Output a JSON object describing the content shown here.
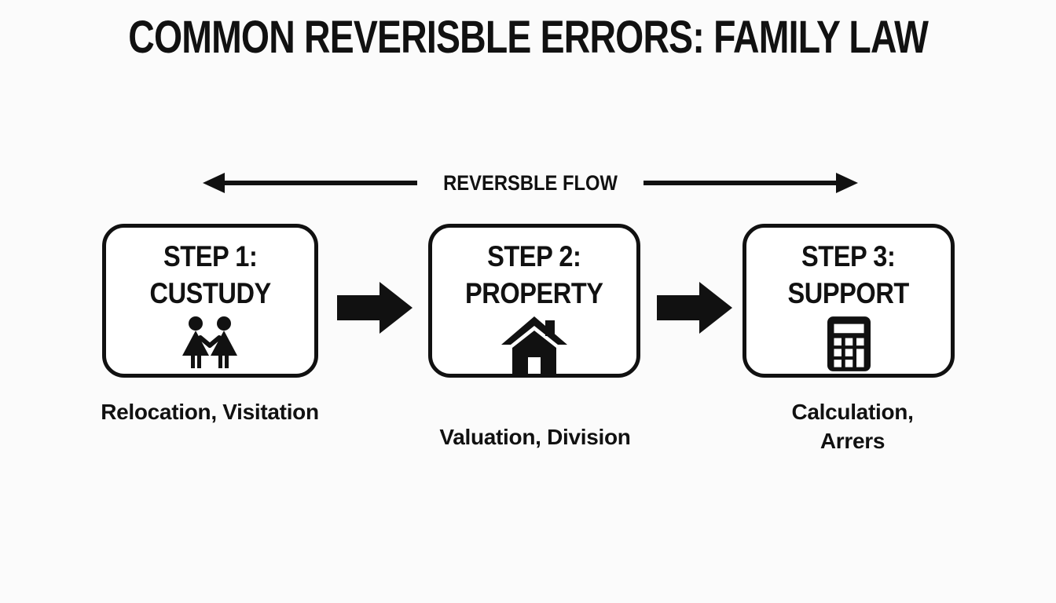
{
  "title": "COMMON REVERISBLE ERRORS: FAMILY LAW",
  "flow": {
    "label": "REVERSBLE FLOW"
  },
  "steps": [
    {
      "title_line1": "STEP 1:",
      "title_line2": "CUSTUDY",
      "icon": "couple-icon",
      "caption": "Relocation, Visitation"
    },
    {
      "title_line1": "STEP 2:",
      "title_line2": "PROPERTY",
      "icon": "house-icon",
      "caption": "Valuation, Division"
    },
    {
      "title_line1": "STEP 3:",
      "title_line2": "SUPPORT",
      "icon": "calculator-icon",
      "caption": "Calculation,\nArrers"
    }
  ],
  "colors": {
    "background": "#fbfbfb",
    "ink": "#111111",
    "box_background": "#ffffff"
  }
}
